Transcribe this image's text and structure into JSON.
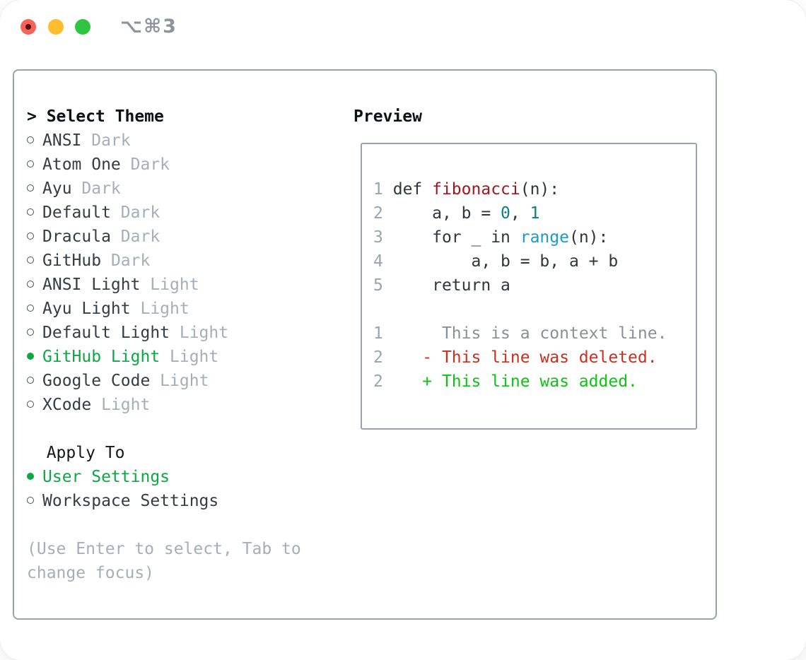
{
  "window": {
    "shortcut": "⌥⌘3",
    "traffic_lights": [
      "close",
      "minimize",
      "zoom"
    ]
  },
  "theme_panel": {
    "header_prefix": "> ",
    "header": "Select Theme",
    "themes": [
      {
        "name": "ANSI",
        "variant": "Dark",
        "selected": false
      },
      {
        "name": "Atom One",
        "variant": "Dark",
        "selected": false
      },
      {
        "name": "Ayu",
        "variant": "Dark",
        "selected": false
      },
      {
        "name": "Default",
        "variant": "Dark",
        "selected": false
      },
      {
        "name": "Dracula",
        "variant": "Dark",
        "selected": false
      },
      {
        "name": "GitHub",
        "variant": "Dark",
        "selected": false
      },
      {
        "name": "ANSI Light",
        "variant": "Light",
        "selected": false
      },
      {
        "name": "Ayu Light",
        "variant": "Light",
        "selected": false
      },
      {
        "name": "Default Light",
        "variant": "Light",
        "selected": false
      },
      {
        "name": "GitHub Light",
        "variant": "Light",
        "selected": true
      },
      {
        "name": "Google Code",
        "variant": "Light",
        "selected": false
      },
      {
        "name": "XCode",
        "variant": "Light",
        "selected": false
      }
    ],
    "apply_to": {
      "header": "Apply To",
      "options": [
        {
          "label": "User Settings",
          "selected": true
        },
        {
          "label": "Workspace Settings",
          "selected": false
        }
      ]
    },
    "help_lines": [
      "(Use Enter to select, Tab to",
      "change focus)"
    ]
  },
  "preview": {
    "header": "Preview",
    "code_lines": [
      {
        "num": "1",
        "tokens": [
          [
            "plain",
            "def "
          ],
          [
            "func",
            "fibonacci"
          ],
          [
            "plain",
            "(n):"
          ]
        ]
      },
      {
        "num": "2",
        "tokens": [
          [
            "plain",
            "    a, b = "
          ],
          [
            "number",
            "0"
          ],
          [
            "plain",
            ", "
          ],
          [
            "number",
            "1"
          ]
        ]
      },
      {
        "num": "3",
        "tokens": [
          [
            "plain",
            "    for _ in "
          ],
          [
            "builtin",
            "range"
          ],
          [
            "plain",
            "(n):"
          ]
        ]
      },
      {
        "num": "4",
        "tokens": [
          [
            "plain",
            "        a, b = b, a + b"
          ]
        ]
      },
      {
        "num": "5",
        "tokens": [
          [
            "plain",
            "    return a"
          ]
        ]
      }
    ],
    "diff_lines": [
      {
        "num": "1",
        "gutter": "      ",
        "text": "This is a context line.",
        "kind": "context"
      },
      {
        "num": "2",
        "gutter": "    ",
        "text": "- This line was deleted.",
        "kind": "deleted"
      },
      {
        "num": "2",
        "gutter": "    ",
        "text": "+ This line was added.",
        "kind": "added"
      }
    ]
  },
  "colors": {
    "selected_green": "#0ba843",
    "added_green": "#0fc313",
    "deleted_red": "#cd2f1e",
    "function_red": "#a4161f",
    "number_teal": "#0d7d87",
    "builtin_blue": "#1f97d4",
    "muted_gray": "#a6aeba",
    "border_gray": "#9aa3ad"
  }
}
